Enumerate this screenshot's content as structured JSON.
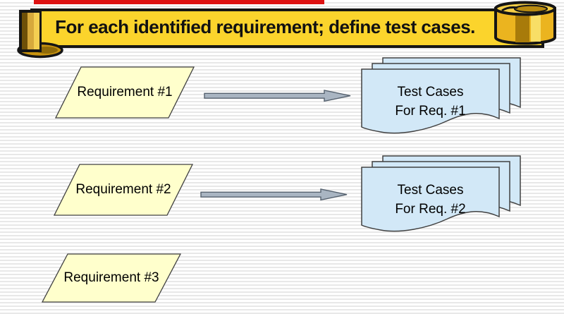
{
  "banner": {
    "title": "For each identified requirement; define test cases."
  },
  "diagram": {
    "requirements": [
      {
        "label": "Requirement #1"
      },
      {
        "label": "Requirement #2"
      },
      {
        "label": "Requirement #3"
      }
    ],
    "test_case_stacks": [
      {
        "line1": "Test Cases",
        "line2": "For Req. #1"
      },
      {
        "line1": "Test Cases",
        "line2": "For Req. #2"
      }
    ]
  },
  "colors": {
    "red_bar": "#dd1212",
    "banner_yellow": "#fbd42c",
    "scroll_gold": "#e8b322",
    "requirement_fill": "#ffffcc",
    "test_cases_fill": "#d2e8f7",
    "arrow_fill": "#a9b5c2",
    "stripe_gray": "#e8e8e8"
  }
}
